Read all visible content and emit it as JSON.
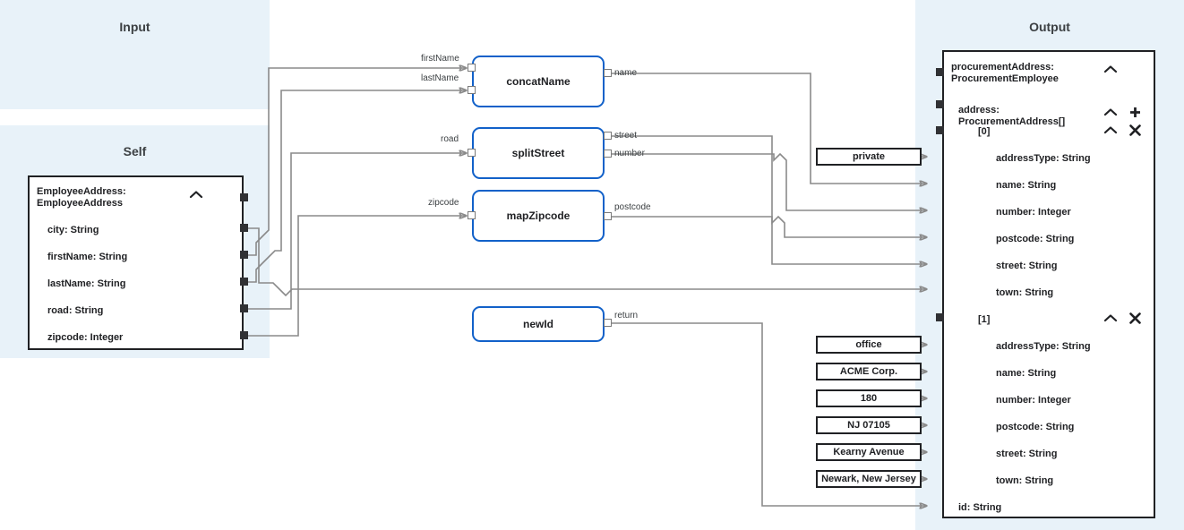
{
  "panels": {
    "input": {
      "title": "Input"
    },
    "self": {
      "title": "Self"
    },
    "output": {
      "title": "Output"
    }
  },
  "self_box": {
    "header": {
      "line1": "EmployeeAddress:",
      "line2": "EmployeeAddress",
      "collapse_icon": "chevron-up-icon"
    },
    "fields": [
      {
        "label": "city: String"
      },
      {
        "label": "firstName: String"
      },
      {
        "label": "lastName: String"
      },
      {
        "label": "road: String"
      },
      {
        "label": "zipcode: Integer"
      }
    ]
  },
  "output_box": {
    "header": {
      "line1": "procurementAddress:",
      "line2": "ProcurementEmployee",
      "collapse_icon": "chevron-up-icon"
    },
    "address_group": {
      "line1": "address:",
      "line2": "ProcurementAddress[]",
      "collapse_icon": "chevron-up-icon",
      "add_icon": "plus-icon"
    },
    "items": [
      {
        "index_label": "[0]",
        "collapse_icon": "chevron-up-icon",
        "remove_icon": "close-icon",
        "fields": [
          {
            "label": "addressType: String"
          },
          {
            "label": "name: String"
          },
          {
            "label": "number: Integer"
          },
          {
            "label": "postcode: String"
          },
          {
            "label": "street: String"
          },
          {
            "label": "town: String"
          }
        ]
      },
      {
        "index_label": "[1]",
        "collapse_icon": "chevron-up-icon",
        "remove_icon": "close-icon",
        "fields": [
          {
            "label": "addressType: String"
          },
          {
            "label": "name: String"
          },
          {
            "label": "number: Integer"
          },
          {
            "label": "postcode: String"
          },
          {
            "label": "street: String"
          },
          {
            "label": "town: String"
          }
        ]
      }
    ],
    "trailing_field": {
      "label": "id: String"
    }
  },
  "functions": [
    {
      "name": "concatName",
      "inputs": [
        "firstName",
        "lastName"
      ],
      "outputs": [
        "name"
      ]
    },
    {
      "name": "splitStreet",
      "inputs": [
        "road"
      ],
      "outputs": [
        "street",
        "number"
      ]
    },
    {
      "name": "mapZipcode",
      "inputs": [
        "zipcode"
      ],
      "outputs": [
        "postcode"
      ]
    },
    {
      "name": "newId",
      "inputs": [],
      "outputs": [
        "return"
      ]
    }
  ],
  "constants": [
    {
      "value": "private"
    },
    {
      "value": "office"
    },
    {
      "value": "ACME Corp."
    },
    {
      "value": "180"
    },
    {
      "value": "NJ 07105"
    },
    {
      "value": "Kearny Avenue"
    },
    {
      "value": "Newark, New Jersey"
    }
  ],
  "colors": {
    "panel_bg": "#e8f2f9",
    "node_border": "#1261c9",
    "box_border": "#202124",
    "wire": "#8a8a8a",
    "text": "#202124",
    "title_text": "#3c4043"
  }
}
